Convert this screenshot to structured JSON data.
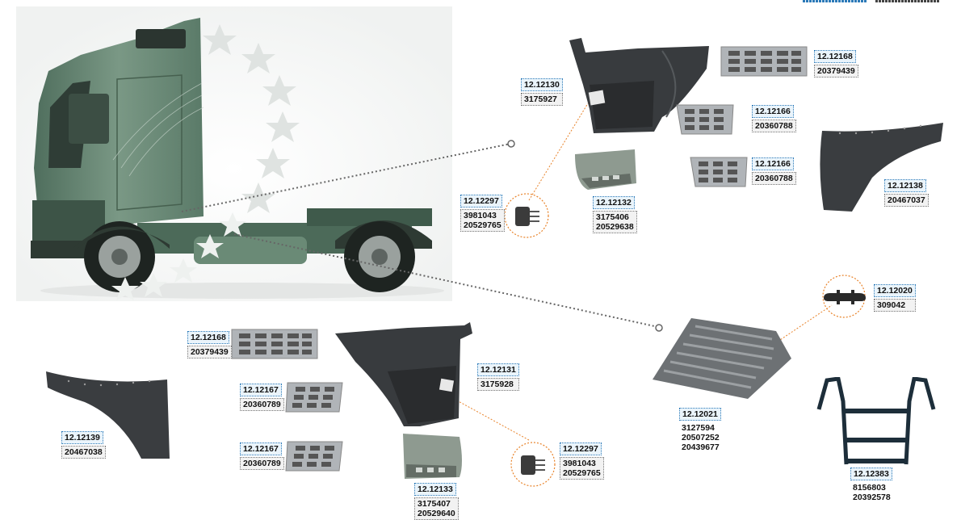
{
  "colors": {
    "truck": "#5f7d6a",
    "part": "#3a3d40",
    "metal": "#a9adb2",
    "ref_border": "#2c7ab8",
    "oem_border": "#777777",
    "leader": "#e8832a"
  },
  "truck_image": {
    "icon": "truck-illustration"
  },
  "parts": [
    {
      "ref": "12.12130",
      "oem": [
        "3175927"
      ]
    },
    {
      "ref": "12.12168",
      "oem": [
        "20379439"
      ]
    },
    {
      "ref": "12.12166",
      "oem": [
        "20360788"
      ]
    },
    {
      "ref": "12.12166",
      "oem": [
        "20360788"
      ]
    },
    {
      "ref": "12.12138",
      "oem": [
        "20467037"
      ]
    },
    {
      "ref": "12.12297",
      "oem": [
        "3981043",
        "20529765"
      ]
    },
    {
      "ref": "12.12132",
      "oem": [
        "3175406",
        "20529638"
      ]
    },
    {
      "ref": "12.12020",
      "oem": [
        "309042"
      ]
    },
    {
      "ref": "12.12168",
      "oem": [
        "20379439"
      ]
    },
    {
      "ref": "12.12131",
      "oem": [
        "3175928"
      ]
    },
    {
      "ref": "12.12167",
      "oem": [
        "20360789"
      ]
    },
    {
      "ref": "12.12167",
      "oem": [
        "20360789"
      ]
    },
    {
      "ref": "12.12139",
      "oem": [
        "20467038"
      ]
    },
    {
      "ref": "12.12297",
      "oem": [
        "3981043",
        "20529765"
      ]
    },
    {
      "ref": "12.12021",
      "oem": [
        "3127594",
        "20507252",
        "20439677"
      ]
    },
    {
      "ref": "12.12133",
      "oem": [
        "3175407",
        "20529640"
      ]
    },
    {
      "ref": "12.12383",
      "oem": [
        "8156803",
        "20392578"
      ]
    }
  ]
}
